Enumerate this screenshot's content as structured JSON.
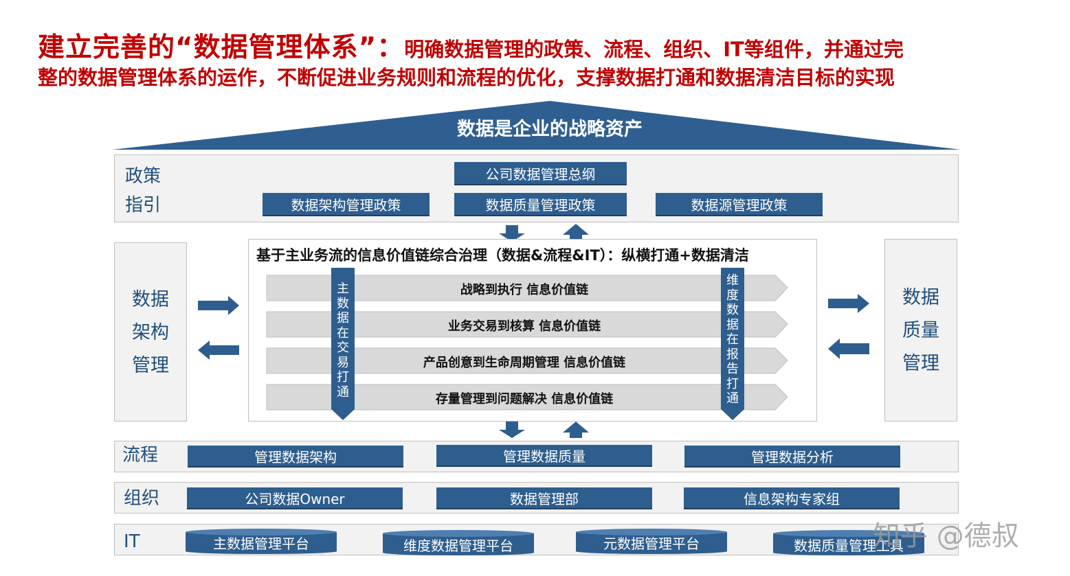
{
  "header": {
    "title_main": "建立完善的“数据管理体系”：",
    "title_rest": "明确数据管理的政策、流程、组织、IT等组件，并通过完",
    "title_line2": "整的数据管理体系的运作，不断促进业务规则和流程的优化，支撑数据打通和数据清洁目标的实现"
  },
  "roof": {
    "text": "数据是企业的战略资产"
  },
  "policy": {
    "label_line1": "政策",
    "label_line2": "指引",
    "top_box": "公司数据管理总纲",
    "boxes": [
      "数据架构管理政策",
      "数据质量管理政策",
      "数据源管理政策"
    ]
  },
  "left_side": {
    "lines": [
      "数据",
      "架构",
      "管理"
    ]
  },
  "right_side": {
    "lines": [
      "数据",
      "质量",
      "管理"
    ]
  },
  "center": {
    "title": "基于主业务流的信息价值链综合治理（数据&流程&IT）：纵横打通+数据清洁",
    "chains": [
      "战略到执行 信息价值链",
      "业务交易到核算  信息价值链",
      "产品创意到生命周期管理 信息价值链",
      "存量管理到问题解决 信息价值链"
    ],
    "left_vertical": "主数据在交易打通",
    "right_vertical": "维度数据在报告打通"
  },
  "process": {
    "label": "流程",
    "boxes": [
      "管理数据架构",
      "管理数据质量",
      "管理数据分析"
    ]
  },
  "organization": {
    "label": "组织",
    "boxes": [
      "公司数据Owner",
      "数据管理部",
      "信息架构专家组"
    ]
  },
  "it": {
    "label": "IT",
    "platforms": [
      "主数据管理平台",
      "维度数据管理平台",
      "元数据管理平台",
      "数据质量管理工具"
    ]
  },
  "watermark": "知乎 @德叔",
  "colors": {
    "title_red": "#c00000",
    "primary_blue": "#2e5e8e",
    "roof_blue": "#2f5f91",
    "panel_gray": "#f2f2f2",
    "chain_gray": "#d9d9d9"
  }
}
